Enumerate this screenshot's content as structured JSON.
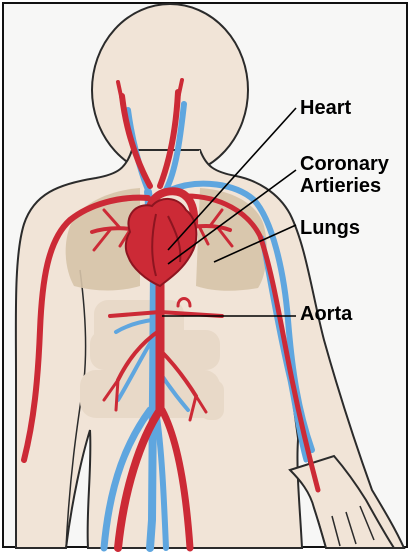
{
  "labels": {
    "heart": "Heart",
    "coronary_line1": "Coronary",
    "coronary_line2": "Artieries",
    "lungs": "Lungs",
    "aorta": "Aorta"
  },
  "colors": {
    "background": "#f7f7f6",
    "skin": "#f1e4d7",
    "skin_outline": "#2b2b2b",
    "lungs": "#d6c3a8",
    "abdomen_shadow": "#e8d9c8",
    "artery": "#cc2a36",
    "artery_dark": "#8d1520",
    "vein": "#5fa6df",
    "vein_dark": "#2f6fa8"
  }
}
